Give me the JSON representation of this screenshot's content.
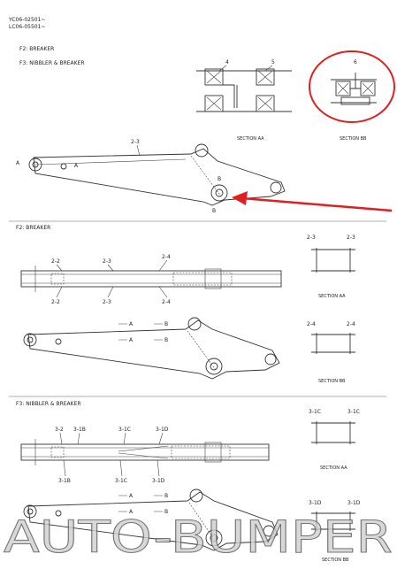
{
  "header": {
    "code_line_1": "YC06-02501~",
    "code_line_2": "LC06-05501~"
  },
  "intro": {
    "f2": "F2: BREAKER",
    "f3": "F3: NIBBLER & BREAKER"
  },
  "top": {
    "section_aa": {
      "caption": "SECTION AA",
      "labels": [
        "4",
        "5"
      ]
    },
    "section_bb": {
      "caption": "SECTION BB",
      "label": "6"
    },
    "arm_labels": {
      "a_marker": "A",
      "part": "2-3",
      "b_marker": "B",
      "b_marker2": "B"
    }
  },
  "f2_block": {
    "title": "F2: BREAKER",
    "top_labels": [
      "2-2",
      "2-3",
      "2-4"
    ],
    "bottom_labels": [
      "2-2",
      "2-3",
      "2-4"
    ],
    "section_aa": {
      "caption": "SECTION AA",
      "left": "2-3",
      "right": "2-3"
    },
    "section_bb": {
      "caption": "SECTION BB",
      "left": "2-4",
      "right": "2-4"
    },
    "arm_marks": [
      "A",
      "B",
      "A",
      "B"
    ]
  },
  "f3_block": {
    "title": "F3: NIBBLER & BREAKER",
    "top_labels": [
      "3-2",
      "3-1B",
      "3-1C",
      "3-1D"
    ],
    "bottom_labels": [
      "3-1B",
      "3-1C",
      "3-1D"
    ],
    "section_aa": {
      "caption": "SECTION AA",
      "left": "3-1C",
      "right": "3-1C"
    },
    "section_bb": {
      "caption": "SECTION BB",
      "left": "3-1D",
      "right": "3-1D"
    },
    "arm_marks": [
      "A",
      "B",
      "A",
      "B"
    ]
  },
  "watermark": "AUTO-BUMPER",
  "colors": {
    "highlight": "#e02020",
    "line": "#333333",
    "watermark_fill": "#cfcfcf"
  }
}
